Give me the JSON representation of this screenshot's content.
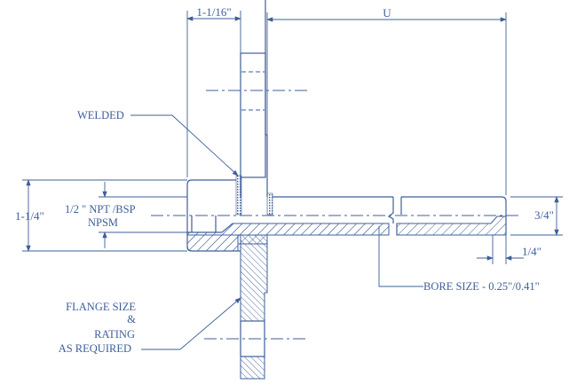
{
  "drawing": {
    "colors": {
      "line": "#3f5f9a",
      "background": "#ffffff"
    },
    "dimensions": {
      "flange_thickness": "1-1/16\"",
      "length": "U",
      "overall_height": "1-1/4\"",
      "tip_height": "3/4\"",
      "tip_chamfer": "1/4\""
    },
    "callouts": {
      "welded": "WELDED",
      "thread_line1": "1/2 \" NPT /BSP",
      "thread_line2": "NPSM",
      "bore": "BORE SIZE - 0.25\"/0.41\"",
      "flange_line1": "FLANGE SIZE",
      "flange_line2": "&",
      "flange_line3": "RATING",
      "flange_line4": "AS REQUIRED"
    }
  }
}
